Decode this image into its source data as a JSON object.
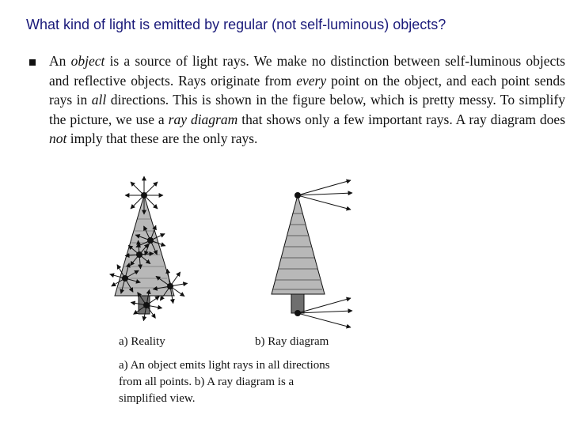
{
  "slide": {
    "title": "What kind of light is emitted by regular (not self-luminous) objects?"
  },
  "paragraph": {
    "segments": [
      {
        "text": "An ",
        "italic": false
      },
      {
        "text": "object",
        "italic": true
      },
      {
        "text": " is a source of light rays. We make no distinction between self-luminous objects and reflective objects. Rays originate from ",
        "italic": false
      },
      {
        "text": "every",
        "italic": true
      },
      {
        "text": " point on the object, and each point sends rays in ",
        "italic": false
      },
      {
        "text": "all",
        "italic": true
      },
      {
        "text": " directions. This is shown in the figure below, which is pretty messy. To simplify the picture, we use a ",
        "italic": false
      },
      {
        "text": "ray diagram",
        "italic": true
      },
      {
        "text": " that shows only a few important rays. A ray diagram does ",
        "italic": false
      },
      {
        "text": "not",
        "italic": true
      },
      {
        "text": " imply that these are the only rays.",
        "italic": false
      }
    ]
  },
  "figure": {
    "label_a": "a) Reality",
    "label_b": "b) Ray diagram",
    "caption": "a) An object emits light rays in all directions from all points. b) A ray diagram is a simplified view.",
    "colors": {
      "tree_fill": "#b8b8b8",
      "trunk_fill": "#6f6f6f",
      "stroke": "#111111"
    }
  }
}
